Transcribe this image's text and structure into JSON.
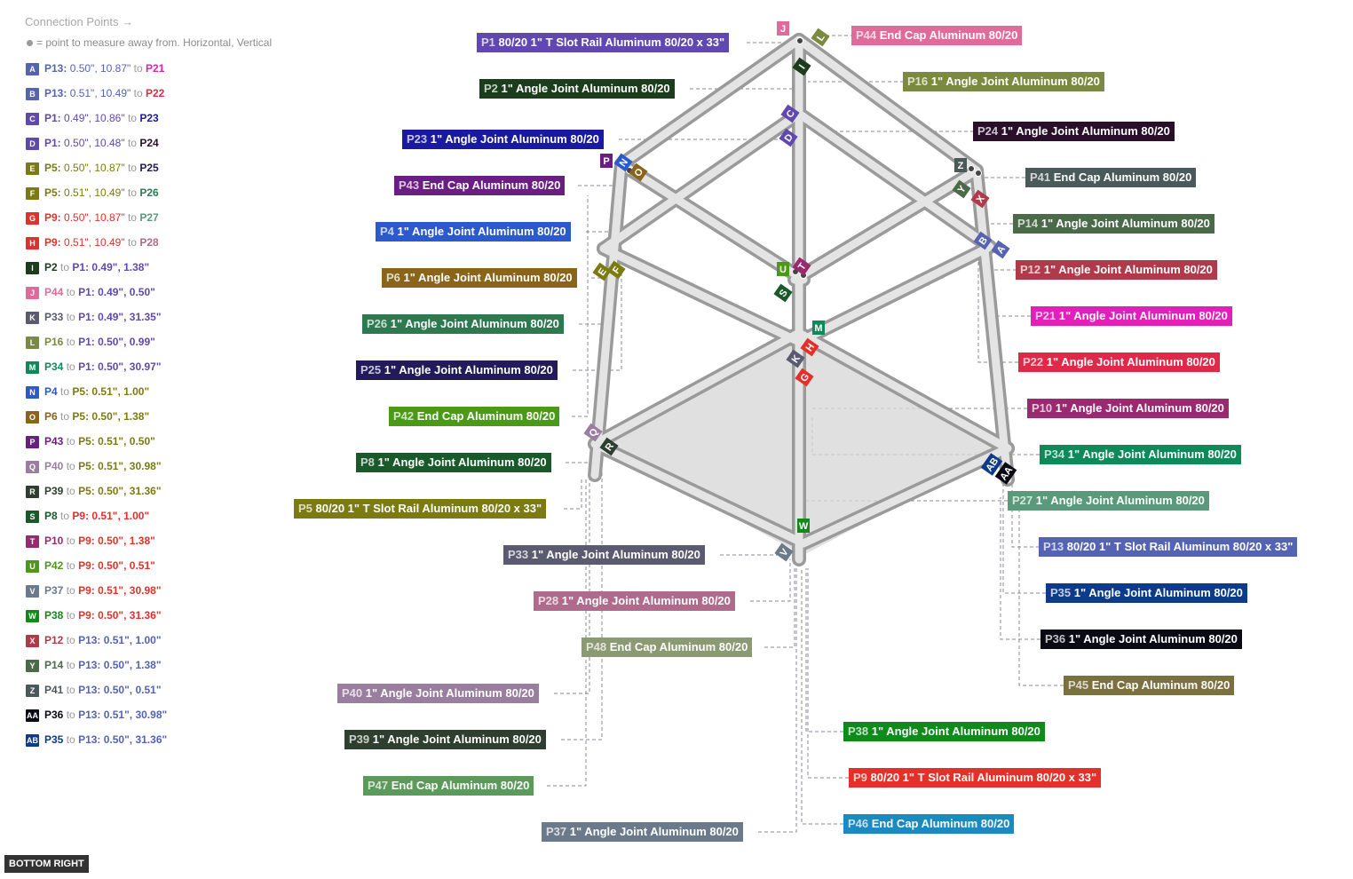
{
  "legend": {
    "title": "Connection Points →",
    "subtitle": "= point to measure away from. Horizontal, Vertical",
    "rows": [
      {
        "id": "A",
        "color": "#5563b3",
        "from": "P13:",
        "value": "0.50\", 10.87\"",
        "to": "to",
        "target": "P21",
        "target_color": "#e020b8"
      },
      {
        "id": "B",
        "color": "#5563b3",
        "from": "P13:",
        "value": "0.51\", 10.49\"",
        "to": "to",
        "target": "P22",
        "target_color": "#dc2a48"
      },
      {
        "id": "C",
        "color": "#6048b0",
        "from": "P1:",
        "value": "0.49\", 10.86\"",
        "to": "to",
        "target": "P23",
        "target_color": "#1a1aa0"
      },
      {
        "id": "D",
        "color": "#6048b0",
        "from": "P1:",
        "value": "0.50\", 10.48\"",
        "to": "to",
        "target": "P24",
        "target_color": "#2a0f2a"
      },
      {
        "id": "E",
        "color": "#7b7b12",
        "from": "P5:",
        "value": "0.50\", 10.87\"",
        "to": "to",
        "target": "P25",
        "target_color": "#231a5a"
      },
      {
        "id": "F",
        "color": "#7b7b12",
        "from": "P5:",
        "value": "0.51\", 10.49\"",
        "to": "to",
        "target": "P26",
        "target_color": "#2d7a50"
      },
      {
        "id": "G",
        "color": "#e3302a",
        "from": "P9:",
        "value": "0.50\", 10.87\"",
        "to": "to",
        "target": "P27",
        "target_color": "#5a9a7a"
      },
      {
        "id": "H",
        "color": "#e3302a",
        "from": "P9:",
        "value": "0.51\", 10.49\"",
        "to": "to",
        "target": "P28",
        "target_color": "#b06a8c"
      },
      {
        "id": "I",
        "color": "#1c3d1c",
        "from": "P2",
        "value": "",
        "to": "to",
        "target": "P1: 0.49\", 1.38\"",
        "target_color": "#6048b0"
      },
      {
        "id": "J",
        "color": "#e06a9a",
        "from": "P44",
        "value": "",
        "to": "to",
        "target": "P1: 0.49\", 0.50\"",
        "target_color": "#6048b0"
      },
      {
        "id": "K",
        "color": "#5a5a70",
        "from": "P33",
        "value": "",
        "to": "to",
        "target": "P1: 0.49\", 31.35\"",
        "target_color": "#6048b0"
      },
      {
        "id": "L",
        "color": "#7a8a40",
        "from": "P16",
        "value": "",
        "to": "to",
        "target": "P1: 0.50\", 0.99\"",
        "target_color": "#6048b0"
      },
      {
        "id": "M",
        "color": "#0e8a5a",
        "from": "P34",
        "value": "",
        "to": "to",
        "target": "P1: 0.50\", 30.97\"",
        "target_color": "#6048b0"
      },
      {
        "id": "N",
        "color": "#2a5acc",
        "from": "P4",
        "value": "",
        "to": "to",
        "target": "P5: 0.51\", 1.00\"",
        "target_color": "#7b7b12"
      },
      {
        "id": "O",
        "color": "#8a6418",
        "from": "P6",
        "value": "",
        "to": "to",
        "target": "P5: 0.50\", 1.38\"",
        "target_color": "#7b7b12"
      },
      {
        "id": "P",
        "color": "#6a1e82",
        "from": "P43",
        "value": "",
        "to": "to",
        "target": "P5: 0.51\", 0.50\"",
        "target_color": "#7b7b12"
      },
      {
        "id": "Q",
        "color": "#9a7ea0",
        "from": "P40",
        "value": "",
        "to": "to",
        "target": "P5: 0.51\", 30.98\"",
        "target_color": "#7b7b12"
      },
      {
        "id": "R",
        "color": "#2f3f2f",
        "from": "P39",
        "value": "",
        "to": "to",
        "target": "P5: 0.50\", 31.36\"",
        "target_color": "#7b7b12"
      },
      {
        "id": "S",
        "color": "#1a5a2a",
        "from": "P8",
        "value": "",
        "to": "to",
        "target": "P9: 0.51\", 1.00\"",
        "target_color": "#e3302a"
      },
      {
        "id": "T",
        "color": "#9a2a70",
        "from": "P10",
        "value": "",
        "to": "to",
        "target": "P9: 0.50\", 1.38\"",
        "target_color": "#e3302a"
      },
      {
        "id": "U",
        "color": "#4a9a18",
        "from": "P42",
        "value": "",
        "to": "to",
        "target": "P9: 0.50\", 0.51\"",
        "target_color": "#e3302a"
      },
      {
        "id": "V",
        "color": "#6a7a8a",
        "from": "P37",
        "value": "",
        "to": "to",
        "target": "P9: 0.51\", 30.98\"",
        "target_color": "#e3302a"
      },
      {
        "id": "W",
        "color": "#108a1a",
        "from": "P38",
        "value": "",
        "to": "to",
        "target": "P9: 0.50\", 31.36\"",
        "target_color": "#e3302a"
      },
      {
        "id": "X",
        "color": "#b03a4a",
        "from": "P12",
        "value": "",
        "to": "to",
        "target": "P13: 0.51\", 1.00\"",
        "target_color": "#5563b3"
      },
      {
        "id": "Y",
        "color": "#4a6a4a",
        "from": "P14",
        "value": "",
        "to": "to",
        "target": "P13: 0.50\", 1.38\"",
        "target_color": "#5563b3"
      },
      {
        "id": "Z",
        "color": "#4a5a5a",
        "from": "P41",
        "value": "",
        "to": "to",
        "target": "P13: 0.50\", 0.51\"",
        "target_color": "#5563b3"
      },
      {
        "id": "AA",
        "color": "#0a0a14",
        "from": "P36",
        "value": "",
        "to": "to",
        "target": "P13: 0.51\", 30.98\"",
        "target_color": "#5563b3"
      },
      {
        "id": "AB",
        "color": "#0e3a8a",
        "from": "P35",
        "value": "",
        "to": "to",
        "target": "P13: 0.50\", 31.36\"",
        "target_color": "#5563b3"
      }
    ]
  },
  "parts": [
    {
      "key": "p1",
      "id": "P1",
      "name": "80/20 1\" T Slot Rail Aluminum 80/20 x 33\"",
      "color": "#6048b0"
    },
    {
      "key": "p44",
      "id": "P44",
      "name": "End Cap Aluminum 80/20",
      "color": "#e06a9a"
    },
    {
      "key": "p16",
      "id": "P16",
      "name": "1\" Angle Joint Aluminum 80/20",
      "color": "#7a8a40"
    },
    {
      "key": "p2",
      "id": "P2",
      "name": "1\" Angle Joint Aluminum 80/20",
      "color": "#1c3d1c"
    },
    {
      "key": "p24",
      "id": "P24",
      "name": "1\" Angle Joint Aluminum 80/20",
      "color": "#2a0f2a"
    },
    {
      "key": "p23",
      "id": "P23",
      "name": "1\" Angle Joint Aluminum 80/20",
      "color": "#1a1aa0"
    },
    {
      "key": "p41",
      "id": "P41",
      "name": "End Cap Aluminum 80/20",
      "color": "#4a5a5a"
    },
    {
      "key": "p43",
      "id": "P43",
      "name": "End Cap Aluminum 80/20",
      "color": "#6a1e82"
    },
    {
      "key": "p14",
      "id": "P14",
      "name": "1\" Angle Joint Aluminum 80/20",
      "color": "#4a6a4a"
    },
    {
      "key": "p4",
      "id": "P4",
      "name": "1\" Angle Joint Aluminum 80/20",
      "color": "#2a5acc"
    },
    {
      "key": "p12",
      "id": "P12",
      "name": "1\" Angle Joint Aluminum 80/20",
      "color": "#b03a4a"
    },
    {
      "key": "p6",
      "id": "P6",
      "name": "1\" Angle Joint Aluminum 80/20",
      "color": "#8a6418"
    },
    {
      "key": "p21",
      "id": "P21",
      "name": "1\" Angle Joint Aluminum 80/20",
      "color": "#e020b8"
    },
    {
      "key": "p26",
      "id": "P26",
      "name": "1\" Angle Joint Aluminum 80/20",
      "color": "#2d7a50"
    },
    {
      "key": "p22",
      "id": "P22",
      "name": "1\" Angle Joint Aluminum 80/20",
      "color": "#dc2a48"
    },
    {
      "key": "p25",
      "id": "P25",
      "name": "1\" Angle Joint Aluminum 80/20",
      "color": "#231a5a"
    },
    {
      "key": "p10",
      "id": "P10",
      "name": "1\" Angle Joint Aluminum 80/20",
      "color": "#9a2a70"
    },
    {
      "key": "p42",
      "id": "P42",
      "name": "End Cap Aluminum 80/20",
      "color": "#4a9a18"
    },
    {
      "key": "p34",
      "id": "P34",
      "name": "1\" Angle Joint Aluminum 80/20",
      "color": "#0e8a5a"
    },
    {
      "key": "p8",
      "id": "P8",
      "name": "1\" Angle Joint Aluminum 80/20",
      "color": "#1a5a2a"
    },
    {
      "key": "p27",
      "id": "P27",
      "name": "1\" Angle Joint Aluminum 80/20",
      "color": "#5a9a7a"
    },
    {
      "key": "p5",
      "id": "P5",
      "name": "80/20 1\" T Slot Rail Aluminum 80/20 x 33\"",
      "color": "#7b7b12"
    },
    {
      "key": "p13",
      "id": "P13",
      "name": "80/20 1\" T Slot Rail Aluminum 80/20 x 33\"",
      "color": "#5563b3"
    },
    {
      "key": "p33",
      "id": "P33",
      "name": "1\" Angle Joint Aluminum 80/20",
      "color": "#5a5a70"
    },
    {
      "key": "p35",
      "id": "P35",
      "name": "1\" Angle Joint Aluminum 80/20",
      "color": "#0e3a8a"
    },
    {
      "key": "p28",
      "id": "P28",
      "name": "1\" Angle Joint Aluminum 80/20",
      "color": "#b06a8c"
    },
    {
      "key": "p36",
      "id": "P36",
      "name": "1\" Angle Joint Aluminum 80/20",
      "color": "#0a0a14"
    },
    {
      "key": "p48",
      "id": "P48",
      "name": "End Cap Aluminum 80/20",
      "color": "#8a9a72"
    },
    {
      "key": "p45",
      "id": "P45",
      "name": "End Cap Aluminum 80/20",
      "color": "#7a7040"
    },
    {
      "key": "p40",
      "id": "P40",
      "name": "1\" Angle Joint Aluminum 80/20",
      "color": "#9a7ea0"
    },
    {
      "key": "p38",
      "id": "P38",
      "name": "1\" Angle Joint Aluminum 80/20",
      "color": "#108a1a"
    },
    {
      "key": "p39",
      "id": "P39",
      "name": "1\" Angle Joint Aluminum 80/20",
      "color": "#2f3f2f"
    },
    {
      "key": "p9",
      "id": "P9",
      "name": "80/20 1\" T Slot Rail Aluminum 80/20 x 33\"",
      "color": "#e3302a"
    },
    {
      "key": "p47",
      "id": "P47",
      "name": "End Cap Aluminum 80/20",
      "color": "#5a9a5a"
    },
    {
      "key": "p46",
      "id": "P46",
      "name": "End Cap Aluminum 80/20",
      "color": "#1a8ac0"
    },
    {
      "key": "p37",
      "id": "P37",
      "name": "1\" Angle Joint Aluminum 80/20",
      "color": "#6a7a8a"
    }
  ],
  "view_label": "BOTTOM RIGHT"
}
